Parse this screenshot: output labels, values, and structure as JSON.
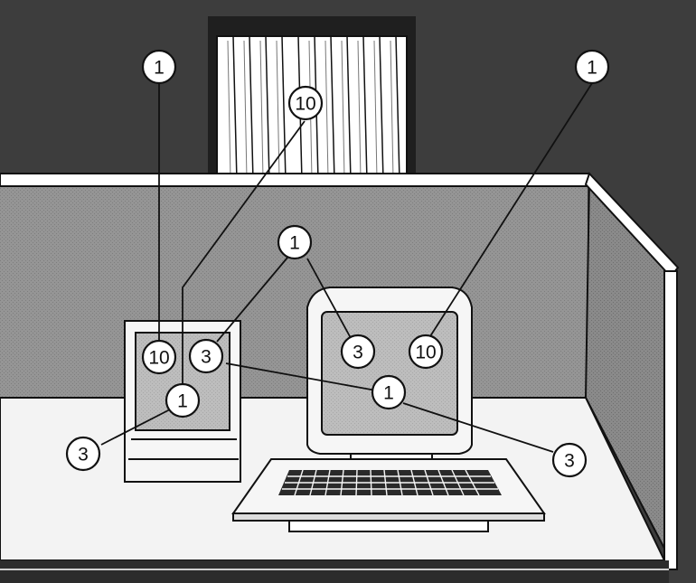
{
  "callouts": {
    "ceiling_left": "1",
    "ceiling_right": "1",
    "window": "10",
    "partition": "1",
    "small_screen_left": "10",
    "small_screen_right": "3",
    "small_screen_bottom": "1",
    "desk_left": "3",
    "monitor_left": "3",
    "monitor_right": "10",
    "monitor_bottom": "1",
    "desk_right": "3"
  },
  "colors": {
    "wall": "#3a3a3a",
    "panel": "#8c8c8c",
    "desk": "#f2f2f2",
    "screen": "#b5b5b5",
    "line": "#111111"
  }
}
